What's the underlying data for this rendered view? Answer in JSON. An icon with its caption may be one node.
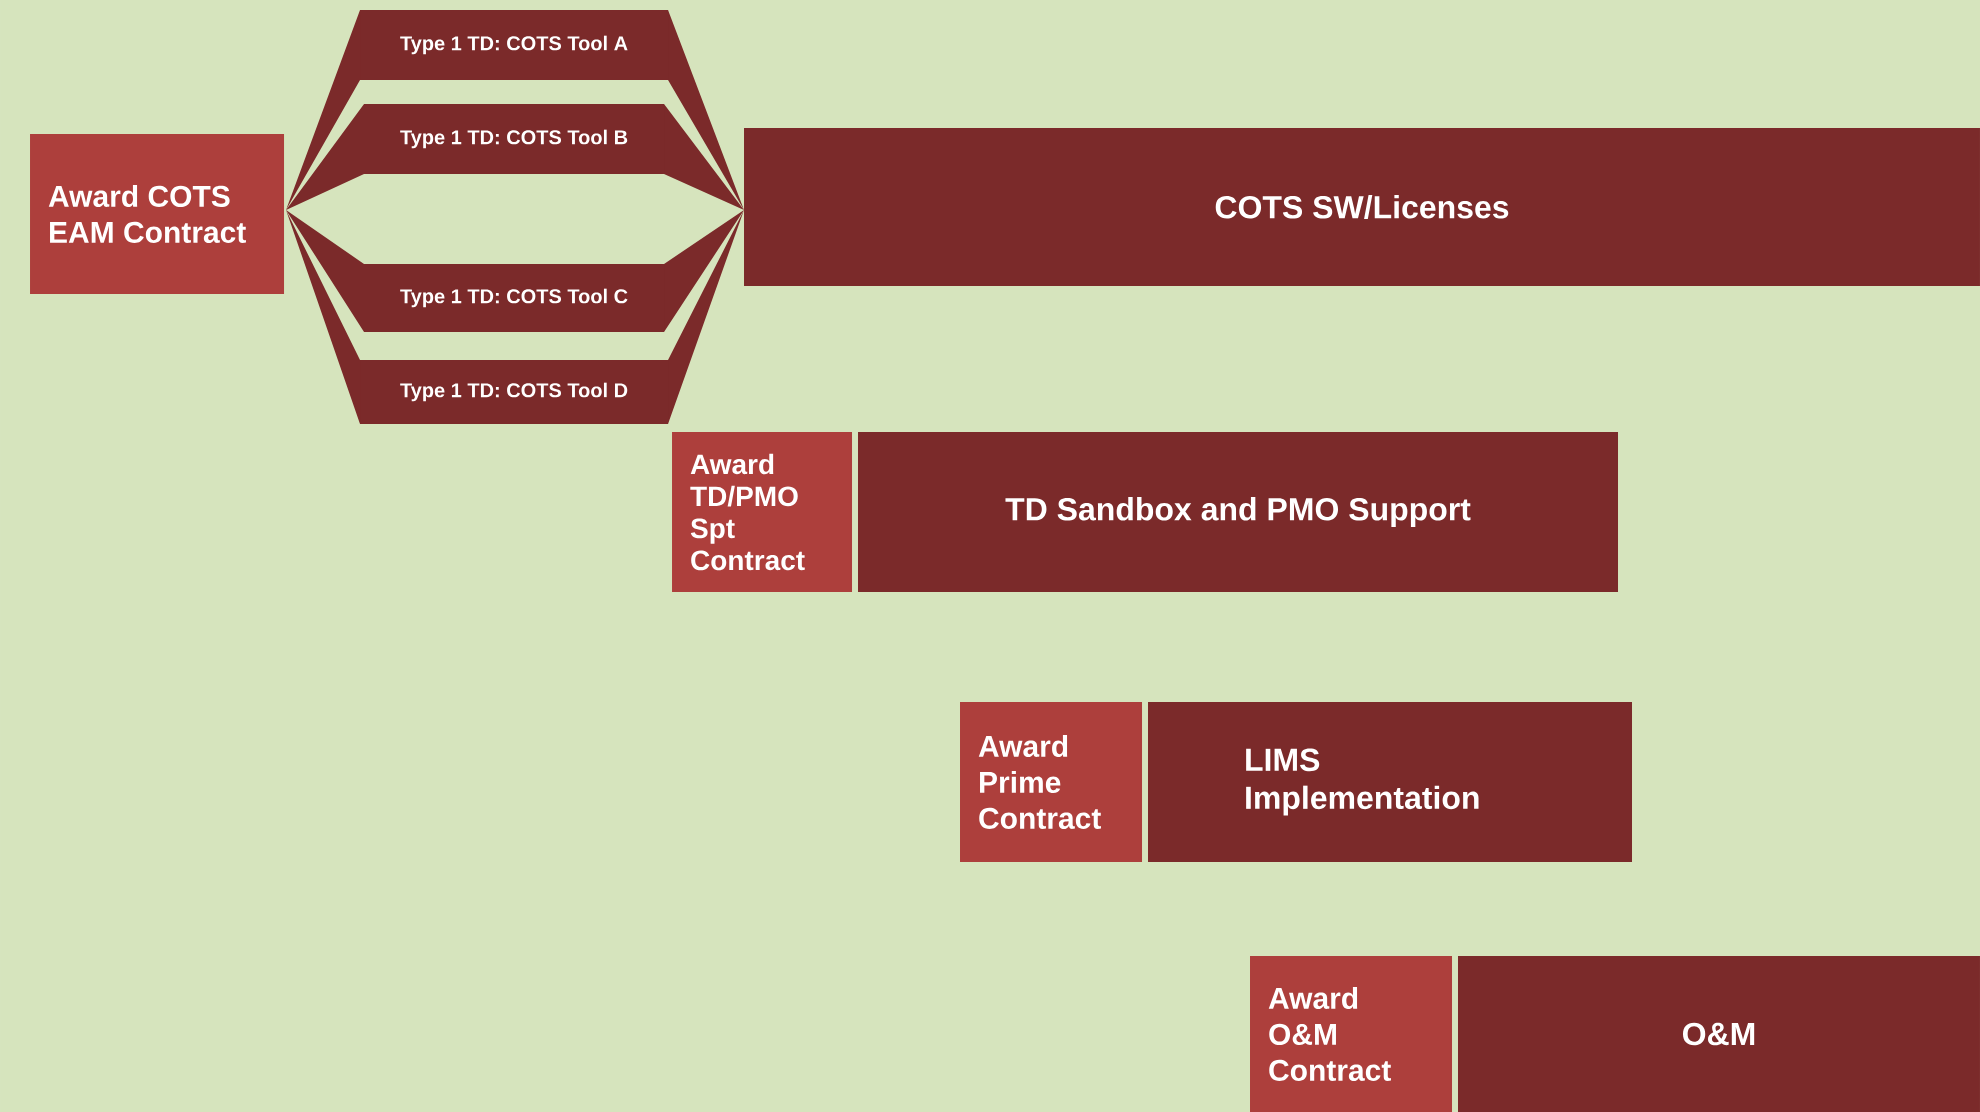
{
  "diagram": {
    "nodes": [
      {
        "text": [
          "Award COTS EAM Contract"
        ]
      },
      {
        "text": [
          "Type 1 TD: COTS Tool A"
        ]
      },
      {
        "text": [
          "Type 1 TD: COTS Tool B"
        ]
      },
      {
        "text": [
          "Type 1 TD: COTS Tool C"
        ]
      },
      {
        "text": [
          "Type 1 TD: COTS Tool D"
        ]
      },
      {
        "text": [
          "COTS SW/Licenses"
        ]
      },
      {
        "text": [
          "Award TD/PMO Spt Contract"
        ]
      },
      {
        "text": [
          "TD  Sandbox and PMO Support"
        ]
      },
      {
        "text": [
          "Award Prime Contract"
        ]
      },
      {
        "text": [
          "LIMS Implementation"
        ]
      },
      {
        "text": [
          "Award O&M Contract"
        ]
      },
      {
        "text": [
          "O&M"
        ]
      }
    ]
  }
}
